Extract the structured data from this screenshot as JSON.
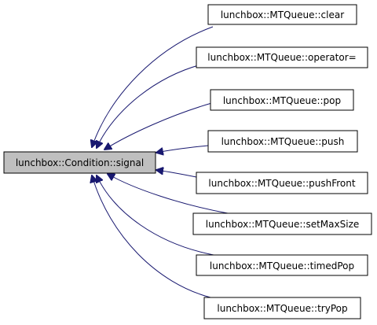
{
  "diagram": {
    "root": {
      "label": "lunchbox::Condition::signal",
      "highlighted": true
    },
    "callers": [
      {
        "label": "lunchbox::MTQueue::clear"
      },
      {
        "label": "lunchbox::MTQueue::operator="
      },
      {
        "label": "lunchbox::MTQueue::pop"
      },
      {
        "label": "lunchbox::MTQueue::push"
      },
      {
        "label": "lunchbox::MTQueue::pushFront"
      },
      {
        "label": "lunchbox::MTQueue::setMaxSize"
      },
      {
        "label": "lunchbox::MTQueue::timedPop"
      },
      {
        "label": "lunchbox::MTQueue::tryPop"
      }
    ],
    "colors": {
      "edge": "#191970",
      "root_fill": "#bfbfbf",
      "node_fill": "#ffffff",
      "border": "#000000"
    }
  }
}
